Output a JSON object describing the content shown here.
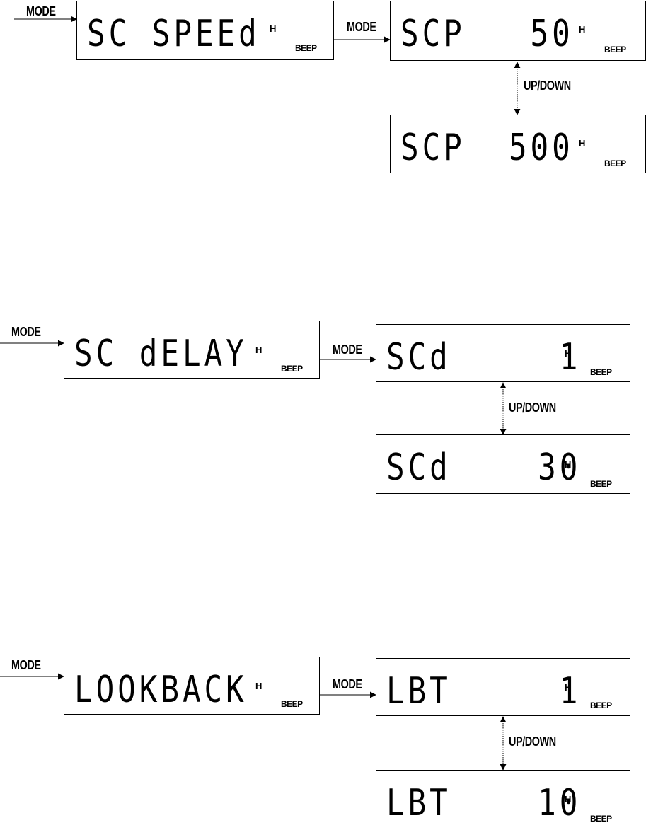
{
  "labels": {
    "mode": "MODE",
    "updown": "UP/DOWN",
    "h": "H",
    "beep": "BEEP"
  },
  "groups": [
    {
      "menu": "SC SPEEd",
      "setting_min": "SCP   50",
      "setting_max": "SCP  500"
    },
    {
      "menu": "SC dELAY",
      "setting_min": "SCd     1",
      "setting_max": "SCd    30"
    },
    {
      "menu": "LOOKBACK",
      "setting_min": "LBT     1",
      "setting_max": "LBT    10"
    }
  ]
}
